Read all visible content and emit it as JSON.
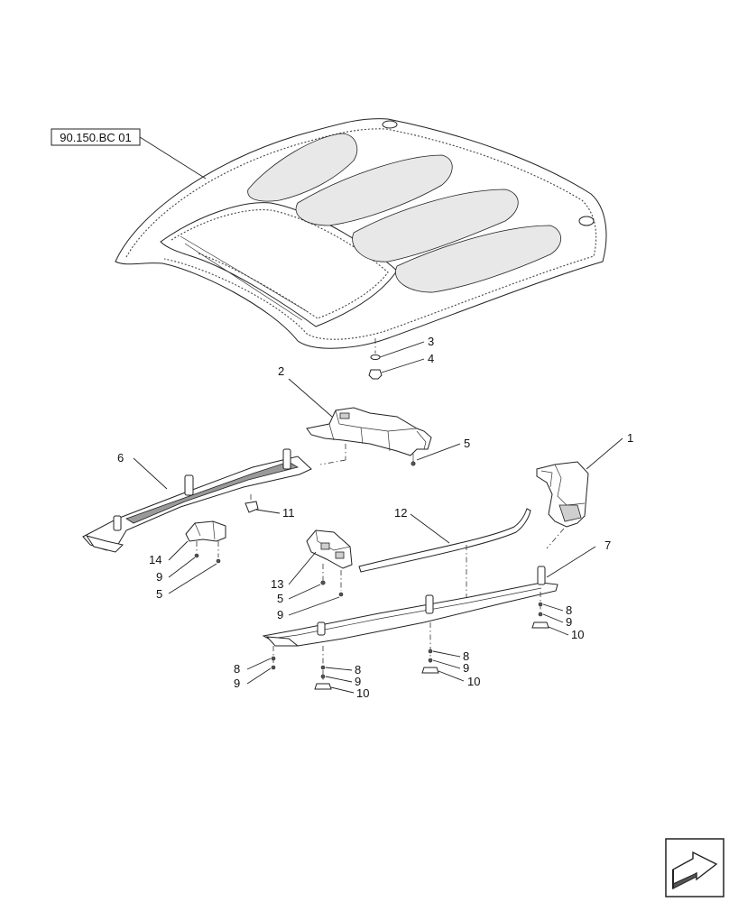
{
  "reference": {
    "label": "90.150.BC 01"
  },
  "callouts": [
    {
      "id": "c1",
      "text": "1"
    },
    {
      "id": "c2",
      "text": "2"
    },
    {
      "id": "c3",
      "text": "3"
    },
    {
      "id": "c4",
      "text": "4"
    },
    {
      "id": "c5a",
      "text": "5"
    },
    {
      "id": "c5b",
      "text": "5"
    },
    {
      "id": "c5c",
      "text": "5"
    },
    {
      "id": "c6",
      "text": "6"
    },
    {
      "id": "c7",
      "text": "7"
    },
    {
      "id": "c8a",
      "text": "8"
    },
    {
      "id": "c8b",
      "text": "8"
    },
    {
      "id": "c8c",
      "text": "8"
    },
    {
      "id": "c8d",
      "text": "8"
    },
    {
      "id": "c9a",
      "text": "9"
    },
    {
      "id": "c9b",
      "text": "9"
    },
    {
      "id": "c9c",
      "text": "9"
    },
    {
      "id": "c9d",
      "text": "9"
    },
    {
      "id": "c9e",
      "text": "9"
    },
    {
      "id": "c9f",
      "text": "9"
    },
    {
      "id": "c10a",
      "text": "10"
    },
    {
      "id": "c10b",
      "text": "10"
    },
    {
      "id": "c10c",
      "text": "10"
    },
    {
      "id": "c11",
      "text": "11"
    },
    {
      "id": "c12",
      "text": "12"
    },
    {
      "id": "c13",
      "text": "13"
    },
    {
      "id": "c14",
      "text": "14"
    }
  ],
  "nav_icon": {
    "name": "next-page-arrow-icon"
  }
}
